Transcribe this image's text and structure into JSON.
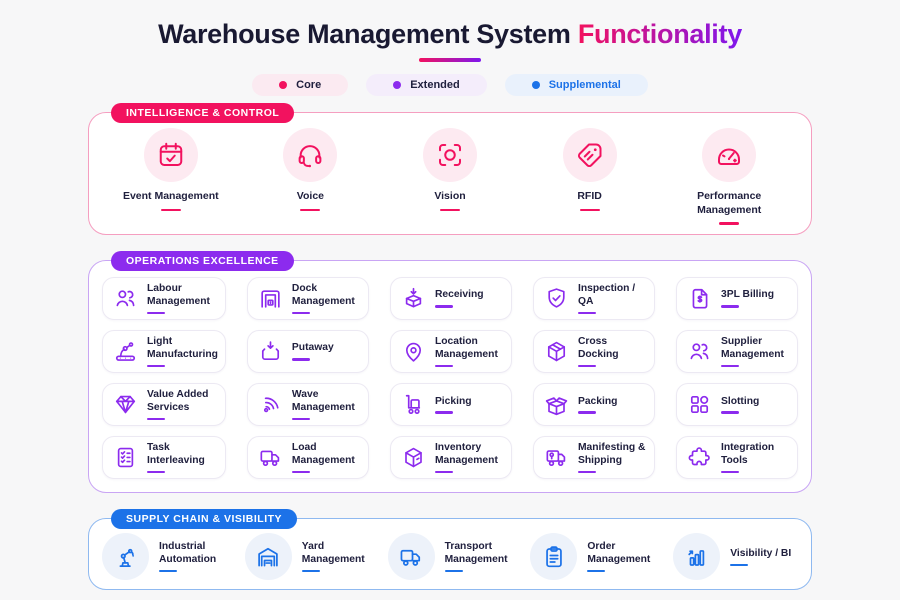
{
  "title": {
    "main": "Warehouse Management System",
    "accent": "Functionality",
    "gradient": [
      "#F2125F",
      "#7E17EE"
    ]
  },
  "legend": [
    {
      "label": "Core",
      "dot": "#F2125F",
      "bg": "#FBEAF1",
      "text": "#20203E"
    },
    {
      "label": "Extended",
      "dot": "#8C2BEE",
      "bg": "#F4EDFB",
      "text": "#20203E"
    },
    {
      "label": "Supplemental",
      "dot": "#1C72E8",
      "bg": "#E9F1FC",
      "text": "#1C72E8"
    }
  ],
  "sections": [
    {
      "title": "INTELLIGENCE & CONTROL",
      "layout": "circles-top",
      "color": "#F2125F",
      "border": "#F59EC0",
      "tint": "#FDEAF1",
      "items": [
        {
          "label": "Event Management",
          "icon": "calendar-check-icon"
        },
        {
          "label": "Voice",
          "icon": "headset-icon"
        },
        {
          "label": "Vision",
          "icon": "viewfinder-icon"
        },
        {
          "label": "RFID",
          "icon": "tag-icon"
        },
        {
          "label": "Performance Management",
          "icon": "gauge-icon"
        }
      ]
    },
    {
      "title": "OPERATIONS EXCELLENCE",
      "layout": "cards",
      "color": "#8C2BEE",
      "border": "#C9A5F4",
      "tint": "#F4EDFB",
      "items": [
        {
          "label": "Labour Management",
          "icon": "people-icon"
        },
        {
          "label": "Dock Management",
          "icon": "dock-icon"
        },
        {
          "label": "Receiving",
          "icon": "box-receive-icon"
        },
        {
          "label": "Inspection / QA",
          "icon": "shield-check-icon"
        },
        {
          "label": "3PL Billing",
          "icon": "invoice-icon"
        },
        {
          "label": "Light Manufacturing",
          "icon": "robot-conveyor-icon"
        },
        {
          "label": "Putaway",
          "icon": "tray-down-icon"
        },
        {
          "label": "Location Management",
          "icon": "map-pin-icon"
        },
        {
          "label": "Cross Docking",
          "icon": "cube-tape-icon"
        },
        {
          "label": "Supplier Management",
          "icon": "people-icon"
        },
        {
          "label": "Value Added Services",
          "icon": "diamond-icon"
        },
        {
          "label": "Wave Management",
          "icon": "wave-icon"
        },
        {
          "label": "Picking",
          "icon": "cart-box-icon"
        },
        {
          "label": "Packing",
          "icon": "open-box-icon"
        },
        {
          "label": "Slotting",
          "icon": "grid-icon"
        },
        {
          "label": "Task Interleaving",
          "icon": "checklist-icon"
        },
        {
          "label": "Load Management",
          "icon": "truck-icon"
        },
        {
          "label": "Inventory Management",
          "icon": "cube-icon"
        },
        {
          "label": "Manifesting & Shipping",
          "icon": "shipping-truck-icon"
        },
        {
          "label": "Integration Tools",
          "icon": "puzzle-icon"
        }
      ]
    },
    {
      "title": "SUPPLY CHAIN & VISIBILITY",
      "layout": "circles-left",
      "color": "#1C72E8",
      "border": "#8FB9F0",
      "tint": "#EDF2FA",
      "items": [
        {
          "label": "Industrial Automation",
          "icon": "robot-arm-icon"
        },
        {
          "label": "Yard Management",
          "icon": "warehouse-icon"
        },
        {
          "label": "Transport Management",
          "icon": "truck-icon"
        },
        {
          "label": "Order Management",
          "icon": "clipboard-icon"
        },
        {
          "label": "Visibility / BI",
          "icon": "bar-chart-icon"
        }
      ]
    }
  ]
}
